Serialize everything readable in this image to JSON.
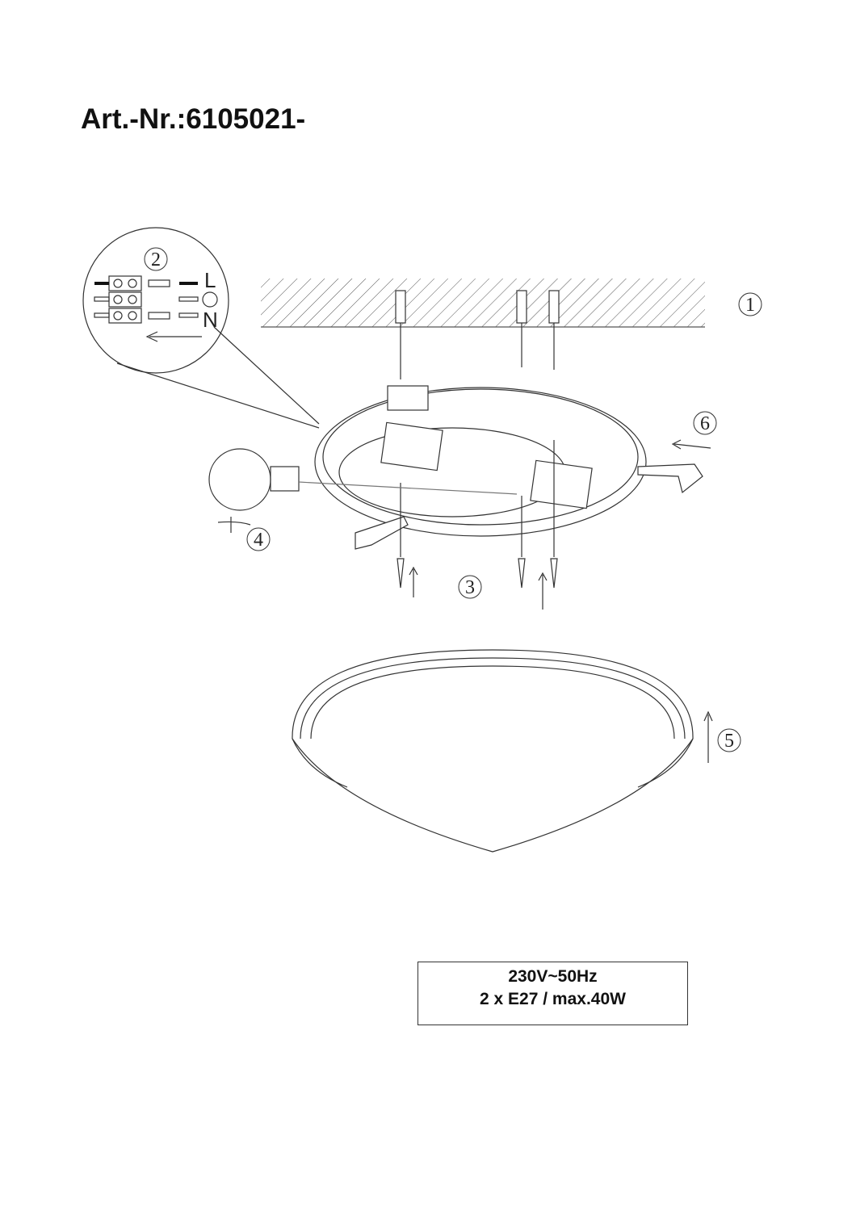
{
  "title": "Art.-Nr.:6105021-",
  "steps": {
    "s1": "1",
    "s2": "2",
    "s3": "3",
    "s4": "4",
    "s5": "5",
    "s6": "6"
  },
  "wiring": {
    "live": "L",
    "neutral": "N"
  },
  "spec": {
    "line1": "230V~50Hz",
    "line2": "2 x E27 / max.40W"
  }
}
